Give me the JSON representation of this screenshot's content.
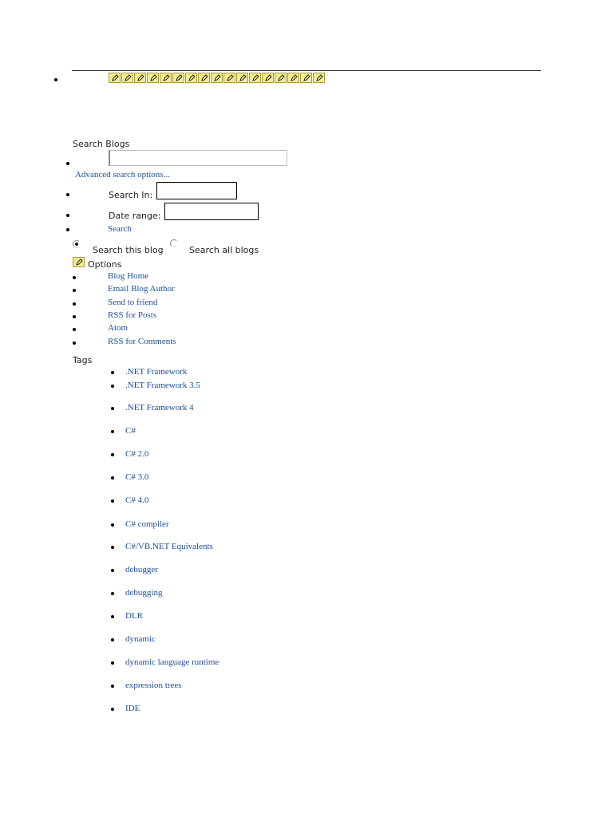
{
  "search": {
    "heading": "Search Blogs",
    "advanced_link": "Advanced search options...",
    "search_in_label": "Search In:",
    "date_range_label": "Date range:",
    "search_link": "Search",
    "scope_this_blog": "Search this blog",
    "scope_all_blogs": "Search all blogs",
    "scope_selected": "this_blog"
  },
  "options": {
    "heading": "Options",
    "items": [
      "Blog Home",
      "Email Blog Author",
      "Send to friend",
      "RSS for Posts",
      "Atom",
      "RSS for Comments"
    ]
  },
  "tags": {
    "heading": "Tags",
    "items": [
      ".NET Framework",
      ".NET Framework 3.5",
      ".NET Framework 4",
      "C#",
      "C# 2.0",
      "C# 3.0",
      "C# 4.0",
      "C# compiler",
      "C#/VB.NET Equivalents",
      "debugger",
      "debugging",
      "DLR",
      "dynamic",
      "dynamic language runtime",
      "expression trees",
      "IDE"
    ]
  },
  "colors": {
    "link": "#1a4e9b",
    "icon_fill": "#f3ee8c",
    "icon_border": "#a59a3a"
  },
  "icons": {
    "top_strip_count": 17,
    "top_strip_icon": "pen-icon",
    "options_icon": "pen-icon"
  }
}
